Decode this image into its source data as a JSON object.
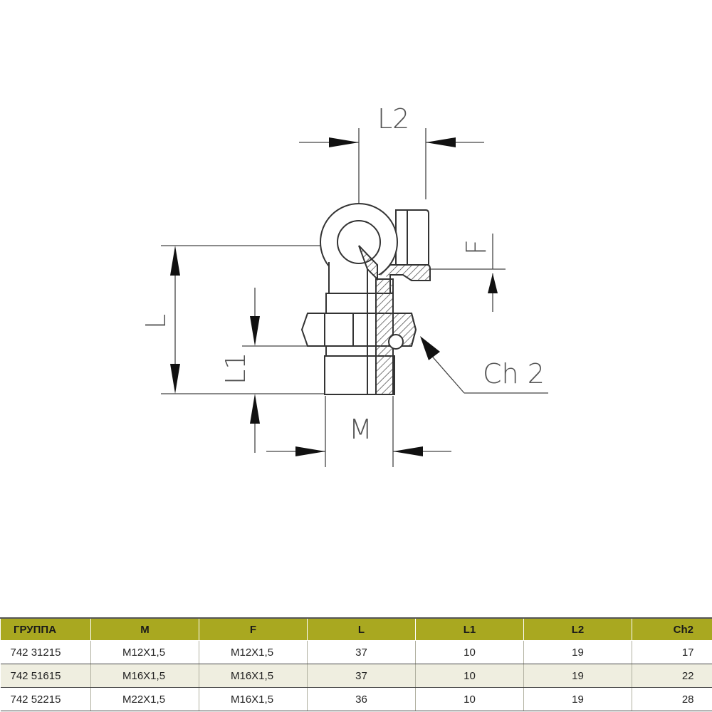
{
  "drawing": {
    "labels": {
      "L2": "L2",
      "F": "F",
      "L": "L",
      "L1": "L1",
      "M": "M",
      "Ch2": "Ch 2"
    },
    "colors": {
      "line": "#444444",
      "hatch": "#555555"
    }
  },
  "table": {
    "headers": [
      "ГРУППА",
      "M",
      "F",
      "L",
      "L1",
      "L2",
      "Ch2"
    ],
    "rows": [
      [
        "742 31215",
        "M12X1,5",
        "M12X1,5",
        "37",
        "10",
        "19",
        "17"
      ],
      [
        "742 51615",
        "M16X1,5",
        "M16X1,5",
        "37",
        "10",
        "19",
        "22"
      ],
      [
        "742 52215",
        "M22X1,5",
        "M16X1,5",
        "36",
        "10",
        "19",
        "28"
      ]
    ]
  }
}
